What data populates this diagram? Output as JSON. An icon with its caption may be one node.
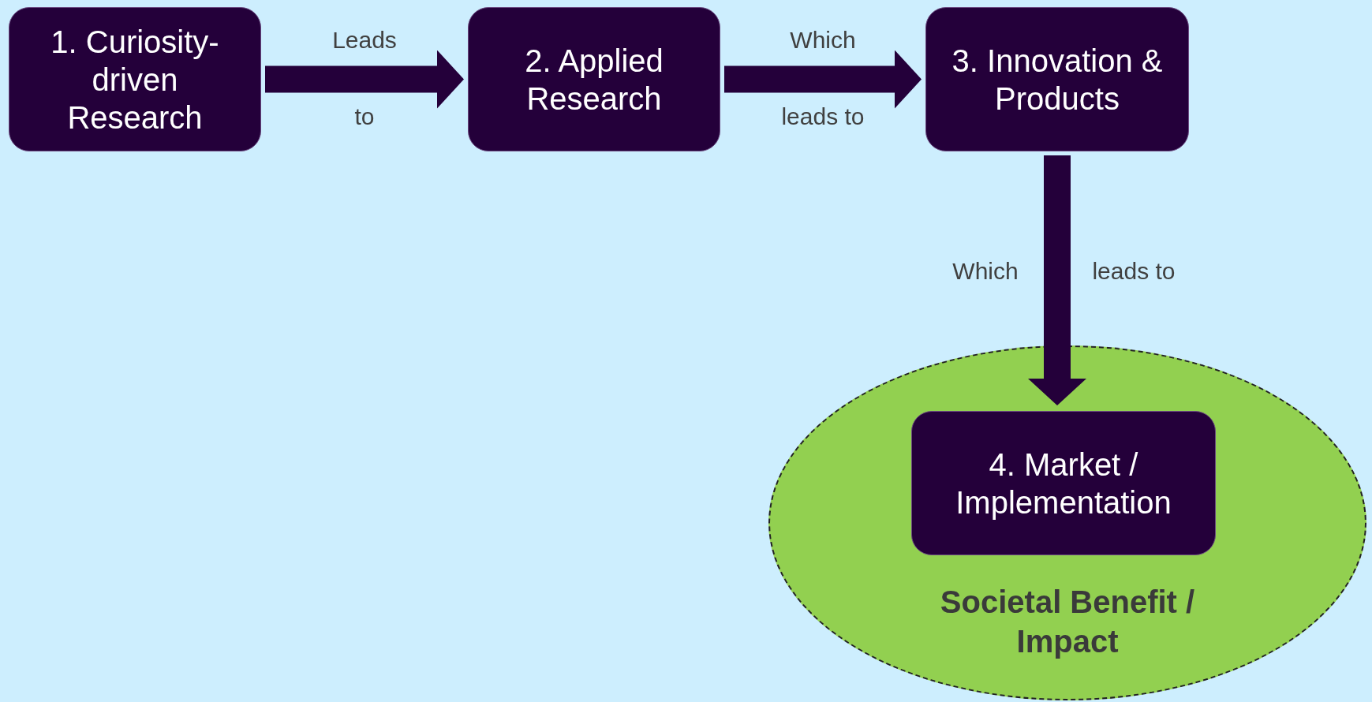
{
  "diagram": {
    "nodes": [
      {
        "text": [
          "1. Curiosity-driven Research"
        ]
      },
      {
        "text": [
          "2. Applied Research"
        ]
      },
      {
        "text": [
          "3. Innovation & Products"
        ]
      },
      {
        "text": [
          "Societal Benefit / Impact"
        ]
      },
      {
        "text": [
          "4. Market / Implementation"
        ],
        "in": 3
      }
    ],
    "edges": [
      {
        "from": 0,
        "to": 1,
        "arrow": "to",
        "label": "Leads to"
      },
      {
        "from": 1,
        "to": 2,
        "arrow": "to",
        "label": "Which leads to"
      },
      {
        "from": 2,
        "to": 4,
        "arrow": "to",
        "label": "Which leads to"
      }
    ]
  }
}
